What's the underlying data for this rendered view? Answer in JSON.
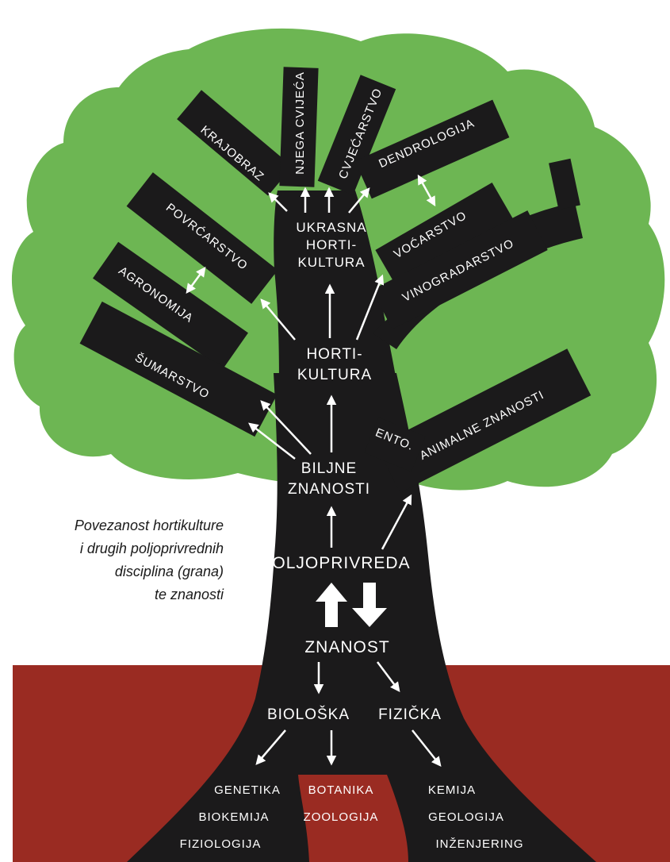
{
  "colors": {
    "canopy": "#6db653",
    "trunk": "#1b1a1b",
    "ground": "#9a2b22",
    "text_on_trunk": "#ffffff",
    "caption_text": "#1a1a1a"
  },
  "caption": {
    "line1": "Povezanost hortikulture",
    "line2": "i drugih poljoprivrednih",
    "line3": "disciplina (grana)",
    "line4": "te znanosti"
  },
  "branches": {
    "krajobraz": "KRAJOBRAZ",
    "njega_cvijeca": "NJEGA CVIJEĆA",
    "cvjecarstvo": "CVJEĆARSTVO",
    "dendrologija": "DENDROLOGIJA",
    "povrcarstvo": "POVRĆARSTVO",
    "vocarstvo": "VOĆARSTVO",
    "vinogradarstvo": "VINOGRADARSTVO",
    "agronomija": "AGRONOMIJA",
    "sumarstvo": "ŠUMARSTVO",
    "ento": "ENTO.",
    "animalne_znanosti": "ANIMALNE ZNANOSTI"
  },
  "nodes": {
    "ukrasna_line1": "UKRASNA",
    "ukrasna_line2": "HORTI-",
    "ukrasna_line3": "KULTURA",
    "horti_line1": "HORTI-",
    "horti_line2": "KULTURA",
    "biljne_line1": "BILJNE",
    "biljne_line2": "ZNANOSTI",
    "poljoprivreda": "POLJOPRIVREDA",
    "znanost": "ZNANOST",
    "bioloska": "BIOLOŠKA",
    "fizicka": "FIZIČKA"
  },
  "roots": {
    "genetika": "GENETIKA",
    "biokemija": "BIOKEMIJA",
    "fiziologija": "FIZIOLOGIJA",
    "botanika": "BOTANIKA",
    "zoologija": "ZOOLOGIJA",
    "kemija": "KEMIJA",
    "geologija": "GEOLOGIJA",
    "inzenjering": "INŽENJERING"
  }
}
